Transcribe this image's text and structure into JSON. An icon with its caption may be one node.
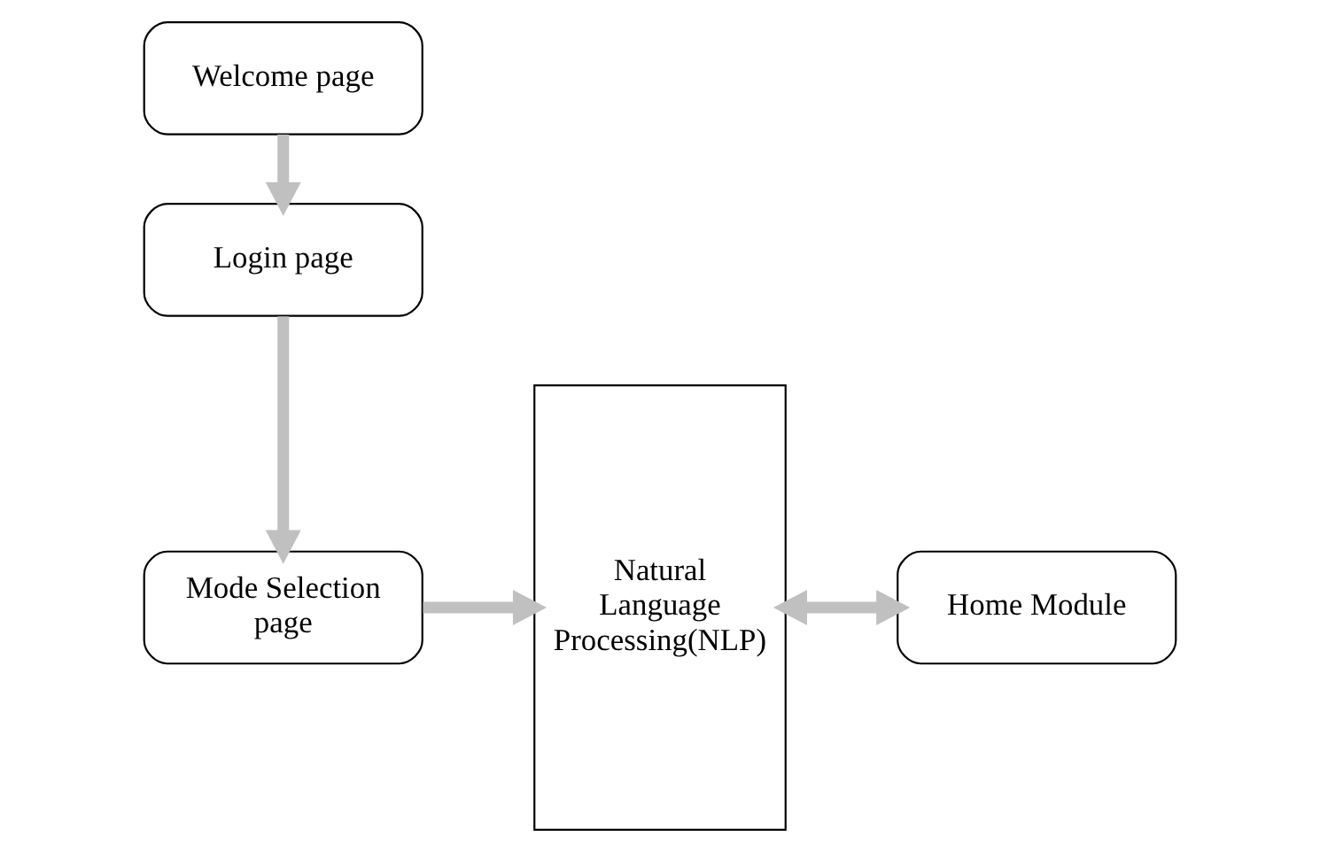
{
  "diagram": {
    "nodes": [
      {
        "text": [
          "Welcome page"
        ]
      },
      {
        "text": [
          "Login page"
        ]
      },
      {
        "text": [
          "Mode Selection page"
        ]
      },
      {
        "text": [
          "Natural Language Processing(NLP)"
        ]
      },
      {
        "text": [
          "Home Module"
        ]
      }
    ],
    "edges": [
      {
        "from": 0,
        "to": 1,
        "arrow": "to"
      },
      {
        "from": 1,
        "to": 2,
        "arrow": "to"
      },
      {
        "from": 2,
        "to": 3,
        "arrow": "to"
      },
      {
        "from": 3,
        "to": 4,
        "arrow": "both"
      }
    ]
  }
}
